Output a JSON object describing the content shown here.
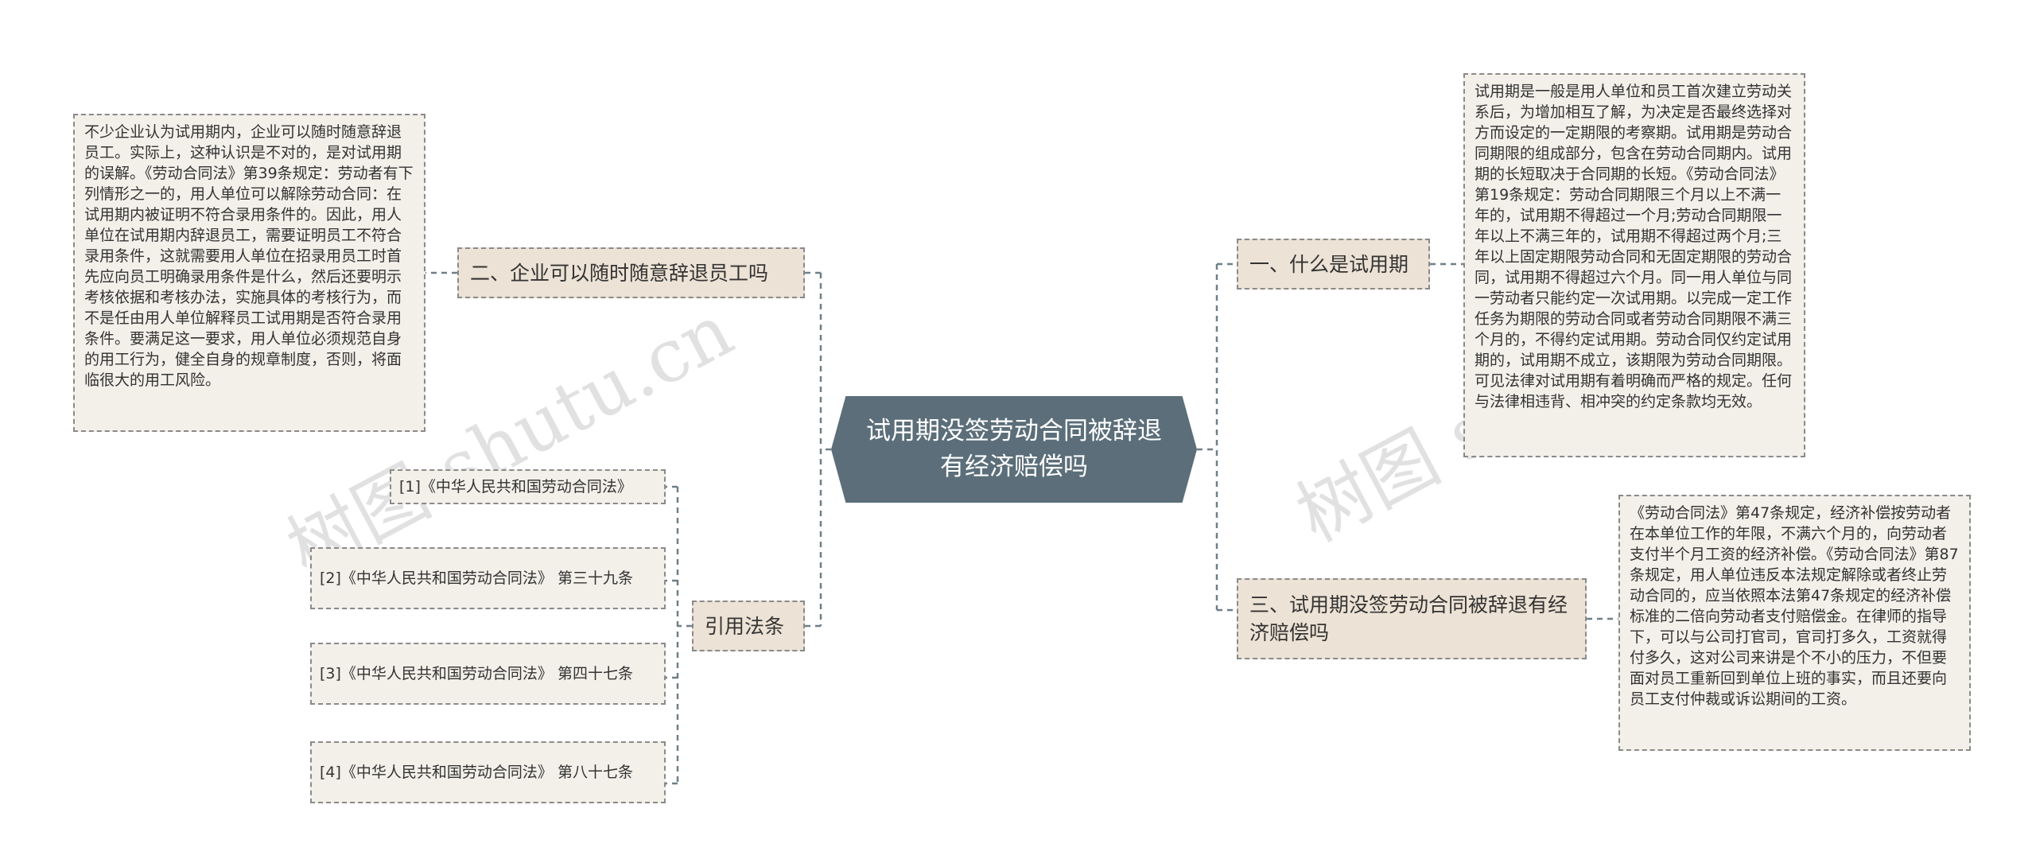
{
  "central": {
    "title": "试用期没签劳动合同被辞退有经济赔偿吗"
  },
  "branches": {
    "b1": {
      "label": "一、什么是试用期"
    },
    "b2": {
      "label": "二、企业可以随时随意辞退员工吗"
    },
    "b3": {
      "label": "三、试用期没签劳动合同被辞退有经济赔偿吗"
    },
    "b4": {
      "label": "引用法条"
    }
  },
  "leaves": {
    "l1": {
      "text": "试用期是一般是用人单位和员工首次建立劳动关系后，为增加相互了解，为决定是否最终选择对方而设定的一定期限的考察期。试用期是劳动合同期限的组成部分，包含在劳动合同期内。试用期的长短取决于合同期的长短。《劳动合同法》第19条规定：劳动合同期限三个月以上不满一年的，试用期不得超过一个月;劳动合同期限一年以上不满三年的，试用期不得超过两个月;三年以上固定期限劳动合同和无固定期限的劳动合同，试用期不得超过六个月。同一用人单位与同一劳动者只能约定一次试用期。以完成一定工作任务为期限的劳动合同或者劳动合同期限不满三个月的，不得约定试用期。劳动合同仅约定试用期的，试用期不成立，该期限为劳动合同期限。可见法律对试用期有着明确而严格的规定。任何与法律相违背、相冲突的约定条款均无效。"
    },
    "l2": {
      "text": "不少企业认为试用期内，企业可以随时随意辞退员工。实际上，这种认识是不对的，是对试用期的误解。《劳动合同法》第39条规定：劳动者有下列情形之一的，用人单位可以解除劳动合同：在试用期内被证明不符合录用条件的。因此，用人单位在试用期内辞退员工，需要证明员工不符合录用条件，这就需要用人单位在招录用员工时首先应向员工明确录用条件是什么，然后还要明示考核依据和考核办法，实施具体的考核行为，而不是任由用人单位解释员工试用期是否符合录用条件。要满足这一要求，用人单位必须规范自身的用工行为，健全自身的规章制度，否则，将面临很大的用工风险。"
    },
    "l3": {
      "text": "《劳动合同法》第47条规定，经济补偿按劳动者在本单位工作的年限，不满六个月的，向劳动者支付半个月工资的经济补偿。《劳动合同法》第87条规定，用人单位违反本法规定解除或者终止劳动合同的，应当依照本法第47条规定的经济补偿标准的二倍向劳动者支付赔偿金。在律师的指导下，可以与公司打官司，官司打多久，工资就得付多久，这对公司来讲是个不小的压力，不但要面对员工重新回到单位上班的事实，而且还要向员工支付仲裁或诉讼期间的工资。"
    }
  },
  "refs": [
    {
      "label": "[1]《中华人民共和国劳动合同法》"
    },
    {
      "label": "[2]《中华人民共和国劳动合同法》 第三十九条"
    },
    {
      "label": "[3]《中华人民共和国劳动合同法》 第四十七条"
    },
    {
      "label": "[4]《中华人民共和国劳动合同法》 第八十七条"
    }
  ],
  "watermark": {
    "text1": "树图 shutu.cn",
    "text2": "树图 s"
  },
  "colors": {
    "central_bg": "#5b6e79",
    "branch_bg": "#ece2d5",
    "leaf_bg": "#f3f0ea",
    "line": "#6f7f88"
  }
}
